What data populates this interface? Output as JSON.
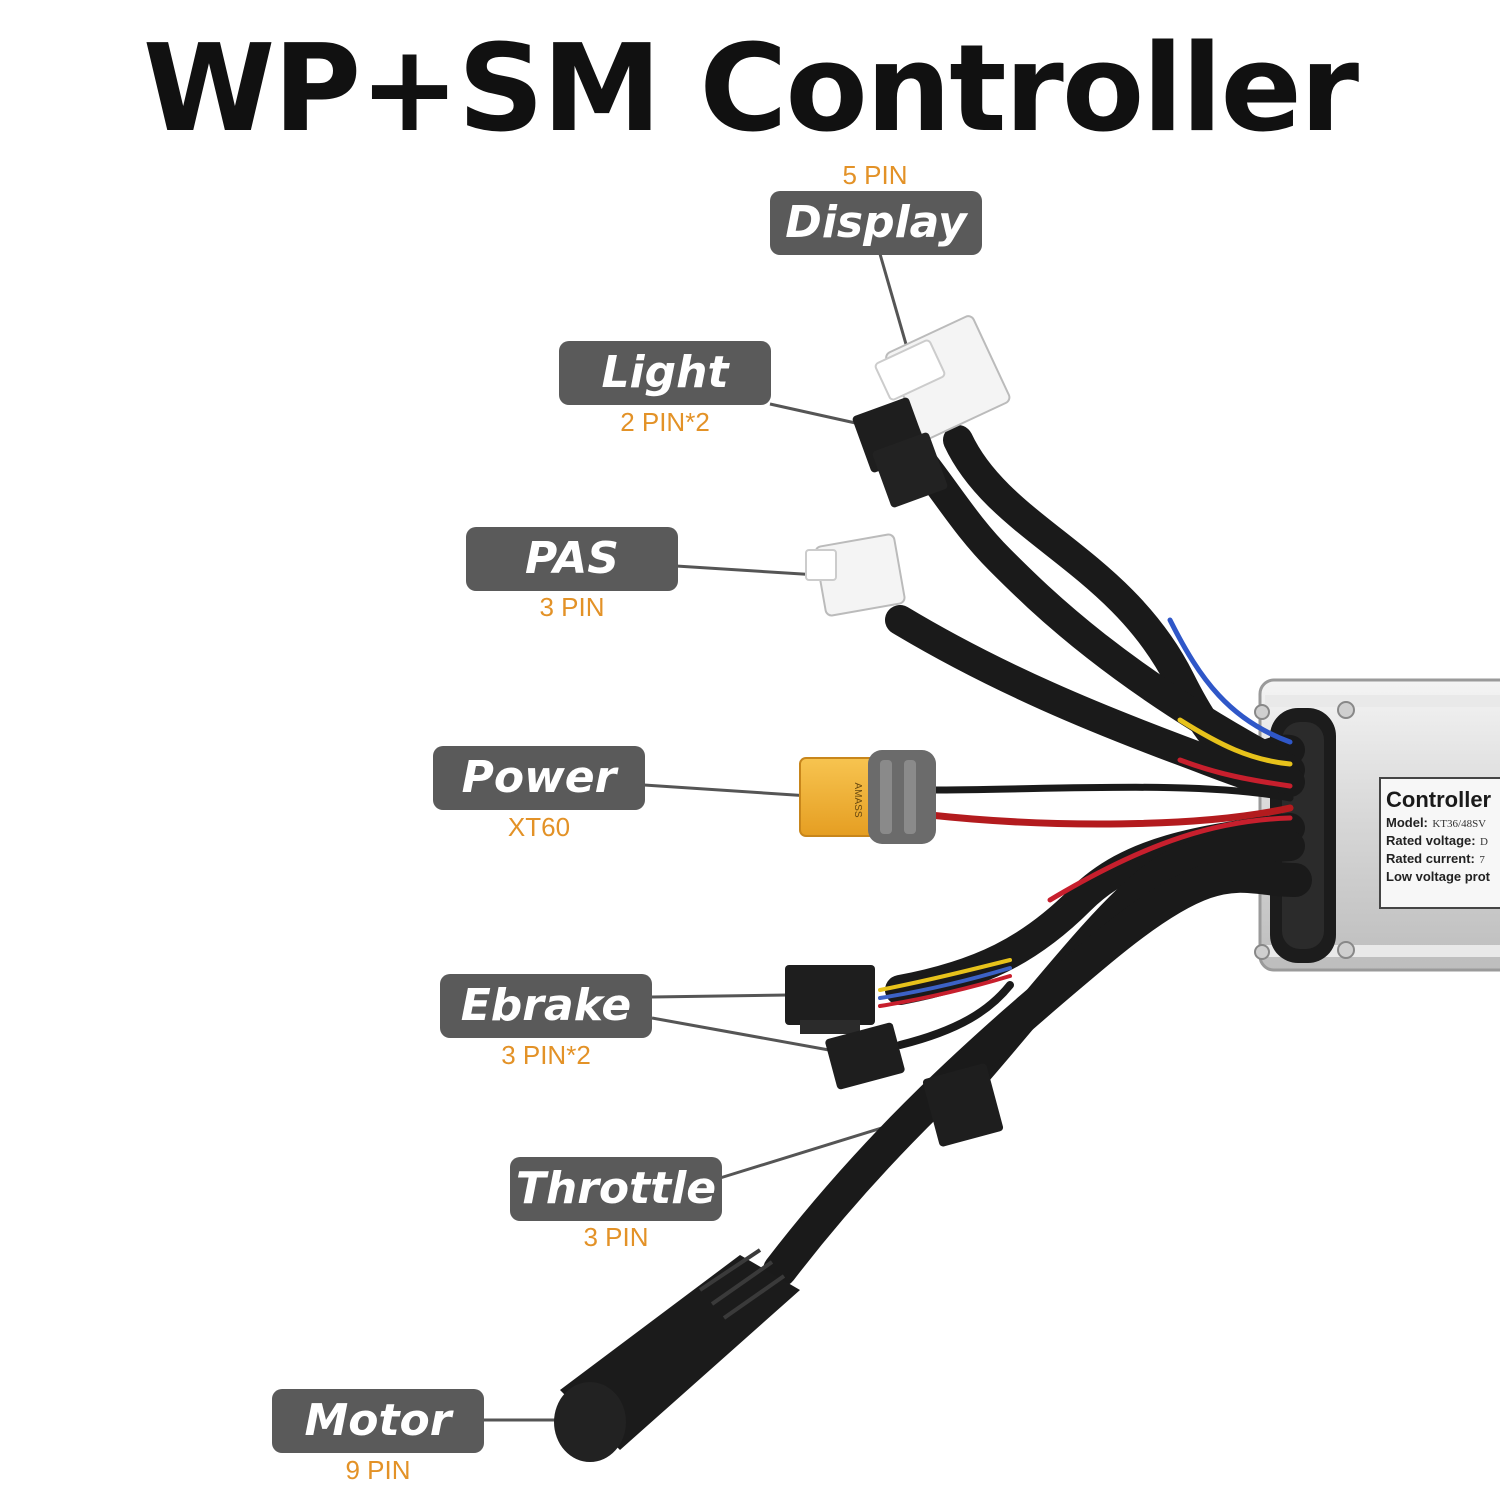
{
  "title": "WP+SM Controller",
  "controller_label": {
    "heading": "Controller",
    "rows": [
      {
        "key": "Model:",
        "value": "KT36/48SV"
      },
      {
        "key": "Rated voltage:",
        "value": "D"
      },
      {
        "key": "Rated current:",
        "value": "7"
      },
      {
        "key": "Low voltage prot",
        "value": ""
      }
    ]
  },
  "xt60_marking": "AMASS",
  "connectors": [
    {
      "id": "display",
      "name": "Display",
      "pins": "5 PIN"
    },
    {
      "id": "light",
      "name": "Light",
      "pins": "2 PIN*2"
    },
    {
      "id": "pas",
      "name": "PAS",
      "pins": "3 PIN"
    },
    {
      "id": "power",
      "name": "Power",
      "pins": "XT60"
    },
    {
      "id": "ebrake",
      "name": "Ebrake",
      "pins": "3 PIN*2"
    },
    {
      "id": "throttle",
      "name": "Throttle",
      "pins": "3 PIN"
    },
    {
      "id": "motor",
      "name": "Motor",
      "pins": "9 PIN"
    }
  ],
  "colors": {
    "label_bg": "#5a5a5a",
    "pin_text": "#e39227",
    "cable": "#1a1a1a",
    "xt60": "#f1b43a"
  }
}
